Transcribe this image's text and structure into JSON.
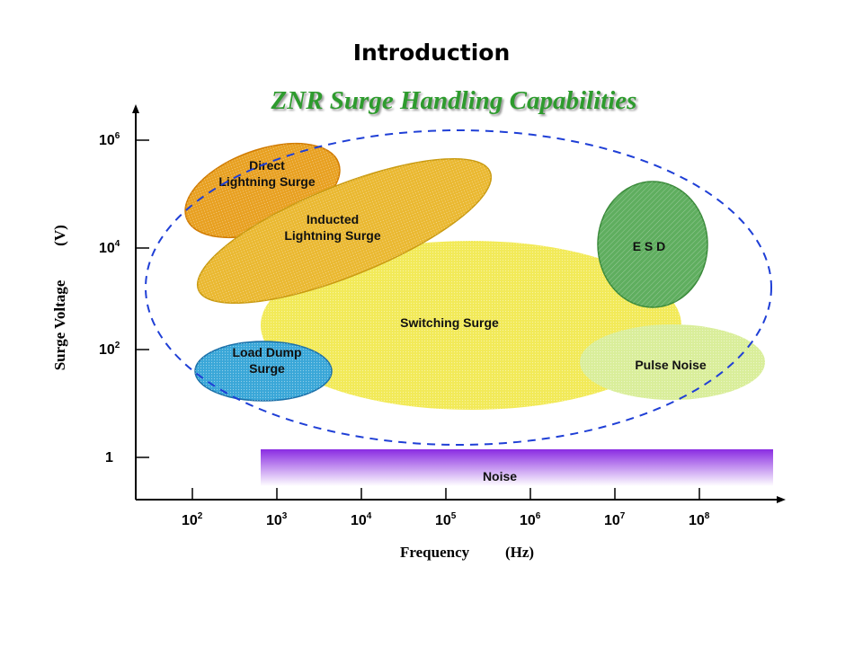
{
  "heading": "Introduction",
  "chart_data": {
    "type": "scatter",
    "title": "ZNR Surge Handling Capabilities",
    "xlabel": "Frequency",
    "xunit": "(Hz)",
    "ylabel": "Surge Voltage",
    "yunit": "(V)",
    "x_scale": "log",
    "y_scale": "log",
    "x_ticks": [
      {
        "base": "10",
        "exp": "2"
      },
      {
        "base": "10",
        "exp": "3"
      },
      {
        "base": "10",
        "exp": "4"
      },
      {
        "base": "10",
        "exp": "5"
      },
      {
        "base": "10",
        "exp": "6"
      },
      {
        "base": "10",
        "exp": "7"
      },
      {
        "base": "10",
        "exp": "8"
      }
    ],
    "y_ticks": [
      {
        "base": "1",
        "exp": ""
      },
      {
        "base": "10",
        "exp": "2"
      },
      {
        "base": "10",
        "exp": "4"
      },
      {
        "base": "10",
        "exp": "6"
      }
    ],
    "regions": [
      {
        "key": "direct",
        "lines": [
          "Direct",
          "Lightning Surge"
        ],
        "color": "#e8a020"
      },
      {
        "key": "inducted",
        "lines": [
          "Inducted",
          "Lightning Surge"
        ],
        "color": "#eab830"
      },
      {
        "key": "switching",
        "lines": [
          "Switching Surge"
        ],
        "color": "#f2ea58"
      },
      {
        "key": "esd",
        "lines": [
          "E S D"
        ],
        "color": "#5fae5f"
      },
      {
        "key": "pulse",
        "lines": [
          "Pulse Noise"
        ],
        "color": "#d9ee9a"
      },
      {
        "key": "loaddump",
        "lines": [
          "Load Dump",
          "Surge"
        ],
        "color": "#3aa7d8"
      },
      {
        "key": "noise",
        "lines": [
          "Noise"
        ],
        "color": "#8a2be2"
      }
    ],
    "envelope_color": "#1f3fd6",
    "grid": false
  }
}
